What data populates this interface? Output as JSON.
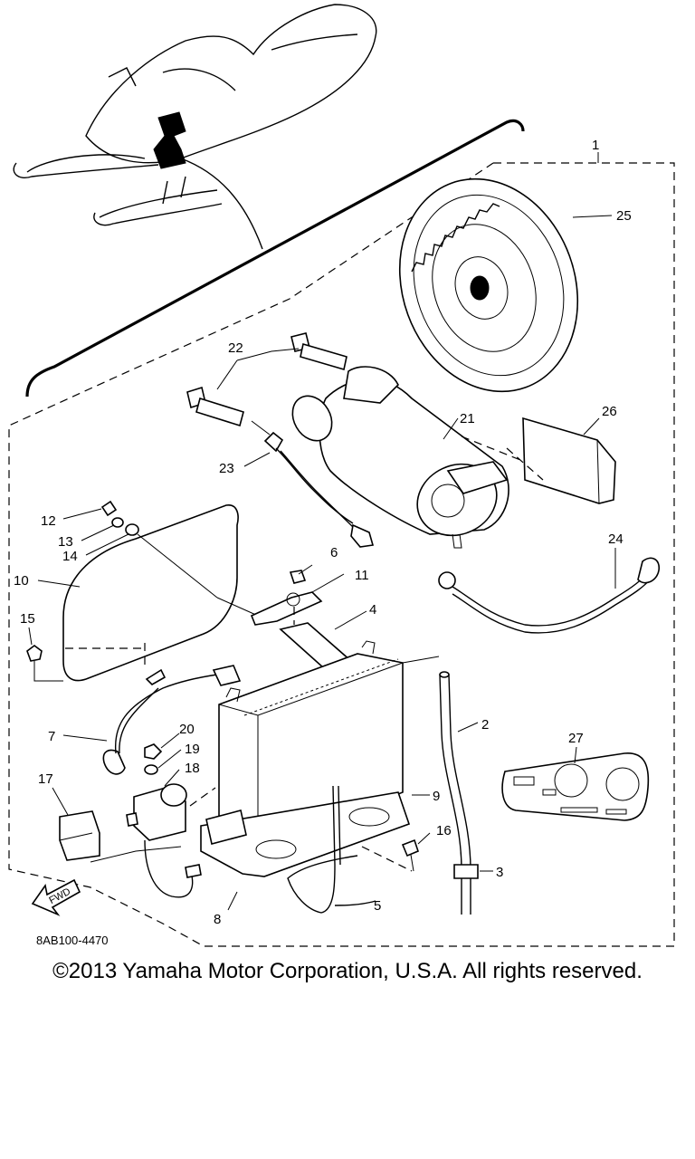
{
  "diagram": {
    "callouts": [
      "1",
      "2",
      "3",
      "4",
      "5",
      "6",
      "7",
      "8",
      "9",
      "10",
      "11",
      "12",
      "13",
      "14",
      "15",
      "16",
      "17",
      "18",
      "19",
      "20",
      "21",
      "22",
      "23",
      "24",
      "25",
      "26",
      "27"
    ],
    "figure_code": "8AB100-4470",
    "fwd_label": "FWD"
  },
  "footer": {
    "copyright": "©2013 Yamaha Motor Corporation, U.S.A. All rights reserved."
  }
}
